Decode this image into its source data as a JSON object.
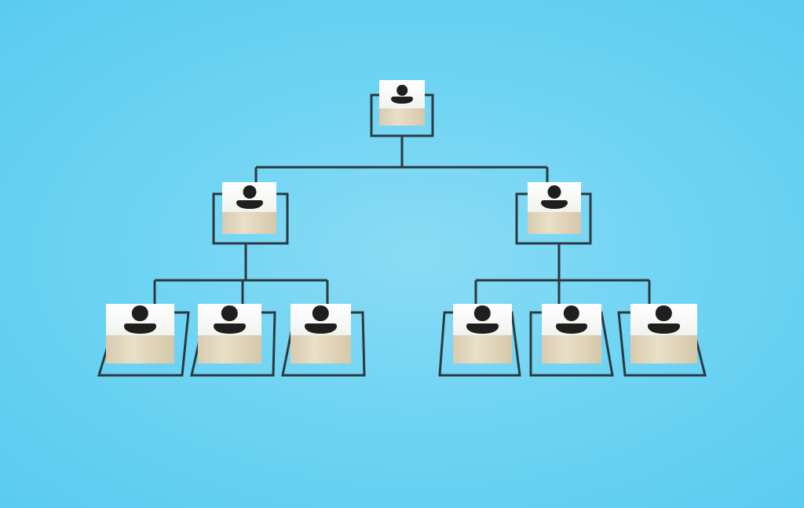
{
  "colors": {
    "background": "#6fd4f3",
    "connector": "#2b3a40",
    "block_face": "#ffffff",
    "block_wood": "#e3d7bd",
    "person_icon": "#1f1f1f"
  },
  "org_chart": {
    "levels": [
      1,
      2,
      6
    ]
  }
}
